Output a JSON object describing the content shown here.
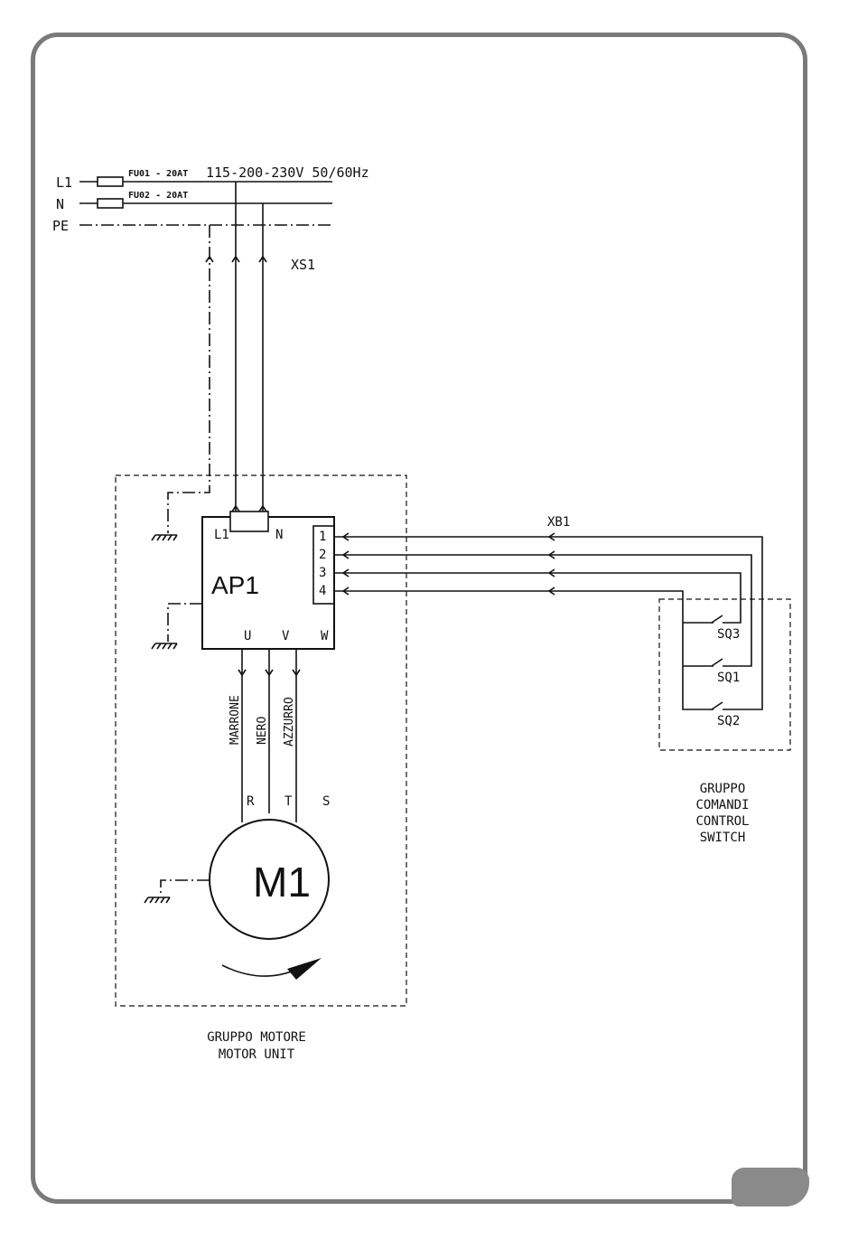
{
  "supply": {
    "line1": "L1",
    "neutral": "N",
    "earth": "PE",
    "fuse1": "FU01 - 20AT",
    "fuse2": "FU02 - 20AT",
    "voltage": "115-200-230V 50/60Hz",
    "connector": "XS1"
  },
  "controller": {
    "name": "AP1",
    "input_l1": "L1",
    "input_n": "N",
    "out_u": "U",
    "out_v": "V",
    "out_w": "W",
    "terminals": [
      "1",
      "2",
      "3",
      "4"
    ]
  },
  "control_connector": "XB1",
  "wires": {
    "brown": "MARRONE",
    "black": "NERO",
    "blue": "AZZURRO"
  },
  "motor": {
    "name": "M1",
    "term_r": "R",
    "term_t": "T",
    "term_s": "S"
  },
  "switches": [
    "SQ3",
    "SQ1",
    "SQ2"
  ],
  "motor_group": {
    "line1": "GRUPPO MOTORE",
    "line2": "MOTOR UNIT"
  },
  "control_group": {
    "line1": "GRUPPO",
    "line2": "COMANDI",
    "line3": "CONTROL",
    "line4": "SWITCH"
  }
}
